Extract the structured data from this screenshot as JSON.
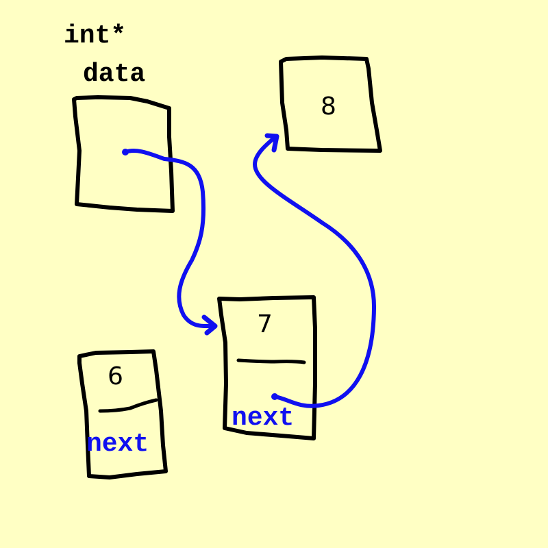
{
  "diagram": {
    "colors": {
      "background": "#FFFFC4",
      "ink": "#000000",
      "pointer": "#1010F0"
    },
    "pointer_variable": {
      "type_label": "int*",
      "name_label": "data"
    },
    "nodes": [
      {
        "id": "node-6",
        "value": "6",
        "field_label": "next"
      },
      {
        "id": "node-7",
        "value": "7",
        "field_label": "next"
      },
      {
        "id": "node-8",
        "value": "8"
      }
    ],
    "arrows": [
      {
        "from": "data",
        "to": "node-7"
      },
      {
        "from": "node-7.next",
        "to": "node-8"
      }
    ]
  }
}
